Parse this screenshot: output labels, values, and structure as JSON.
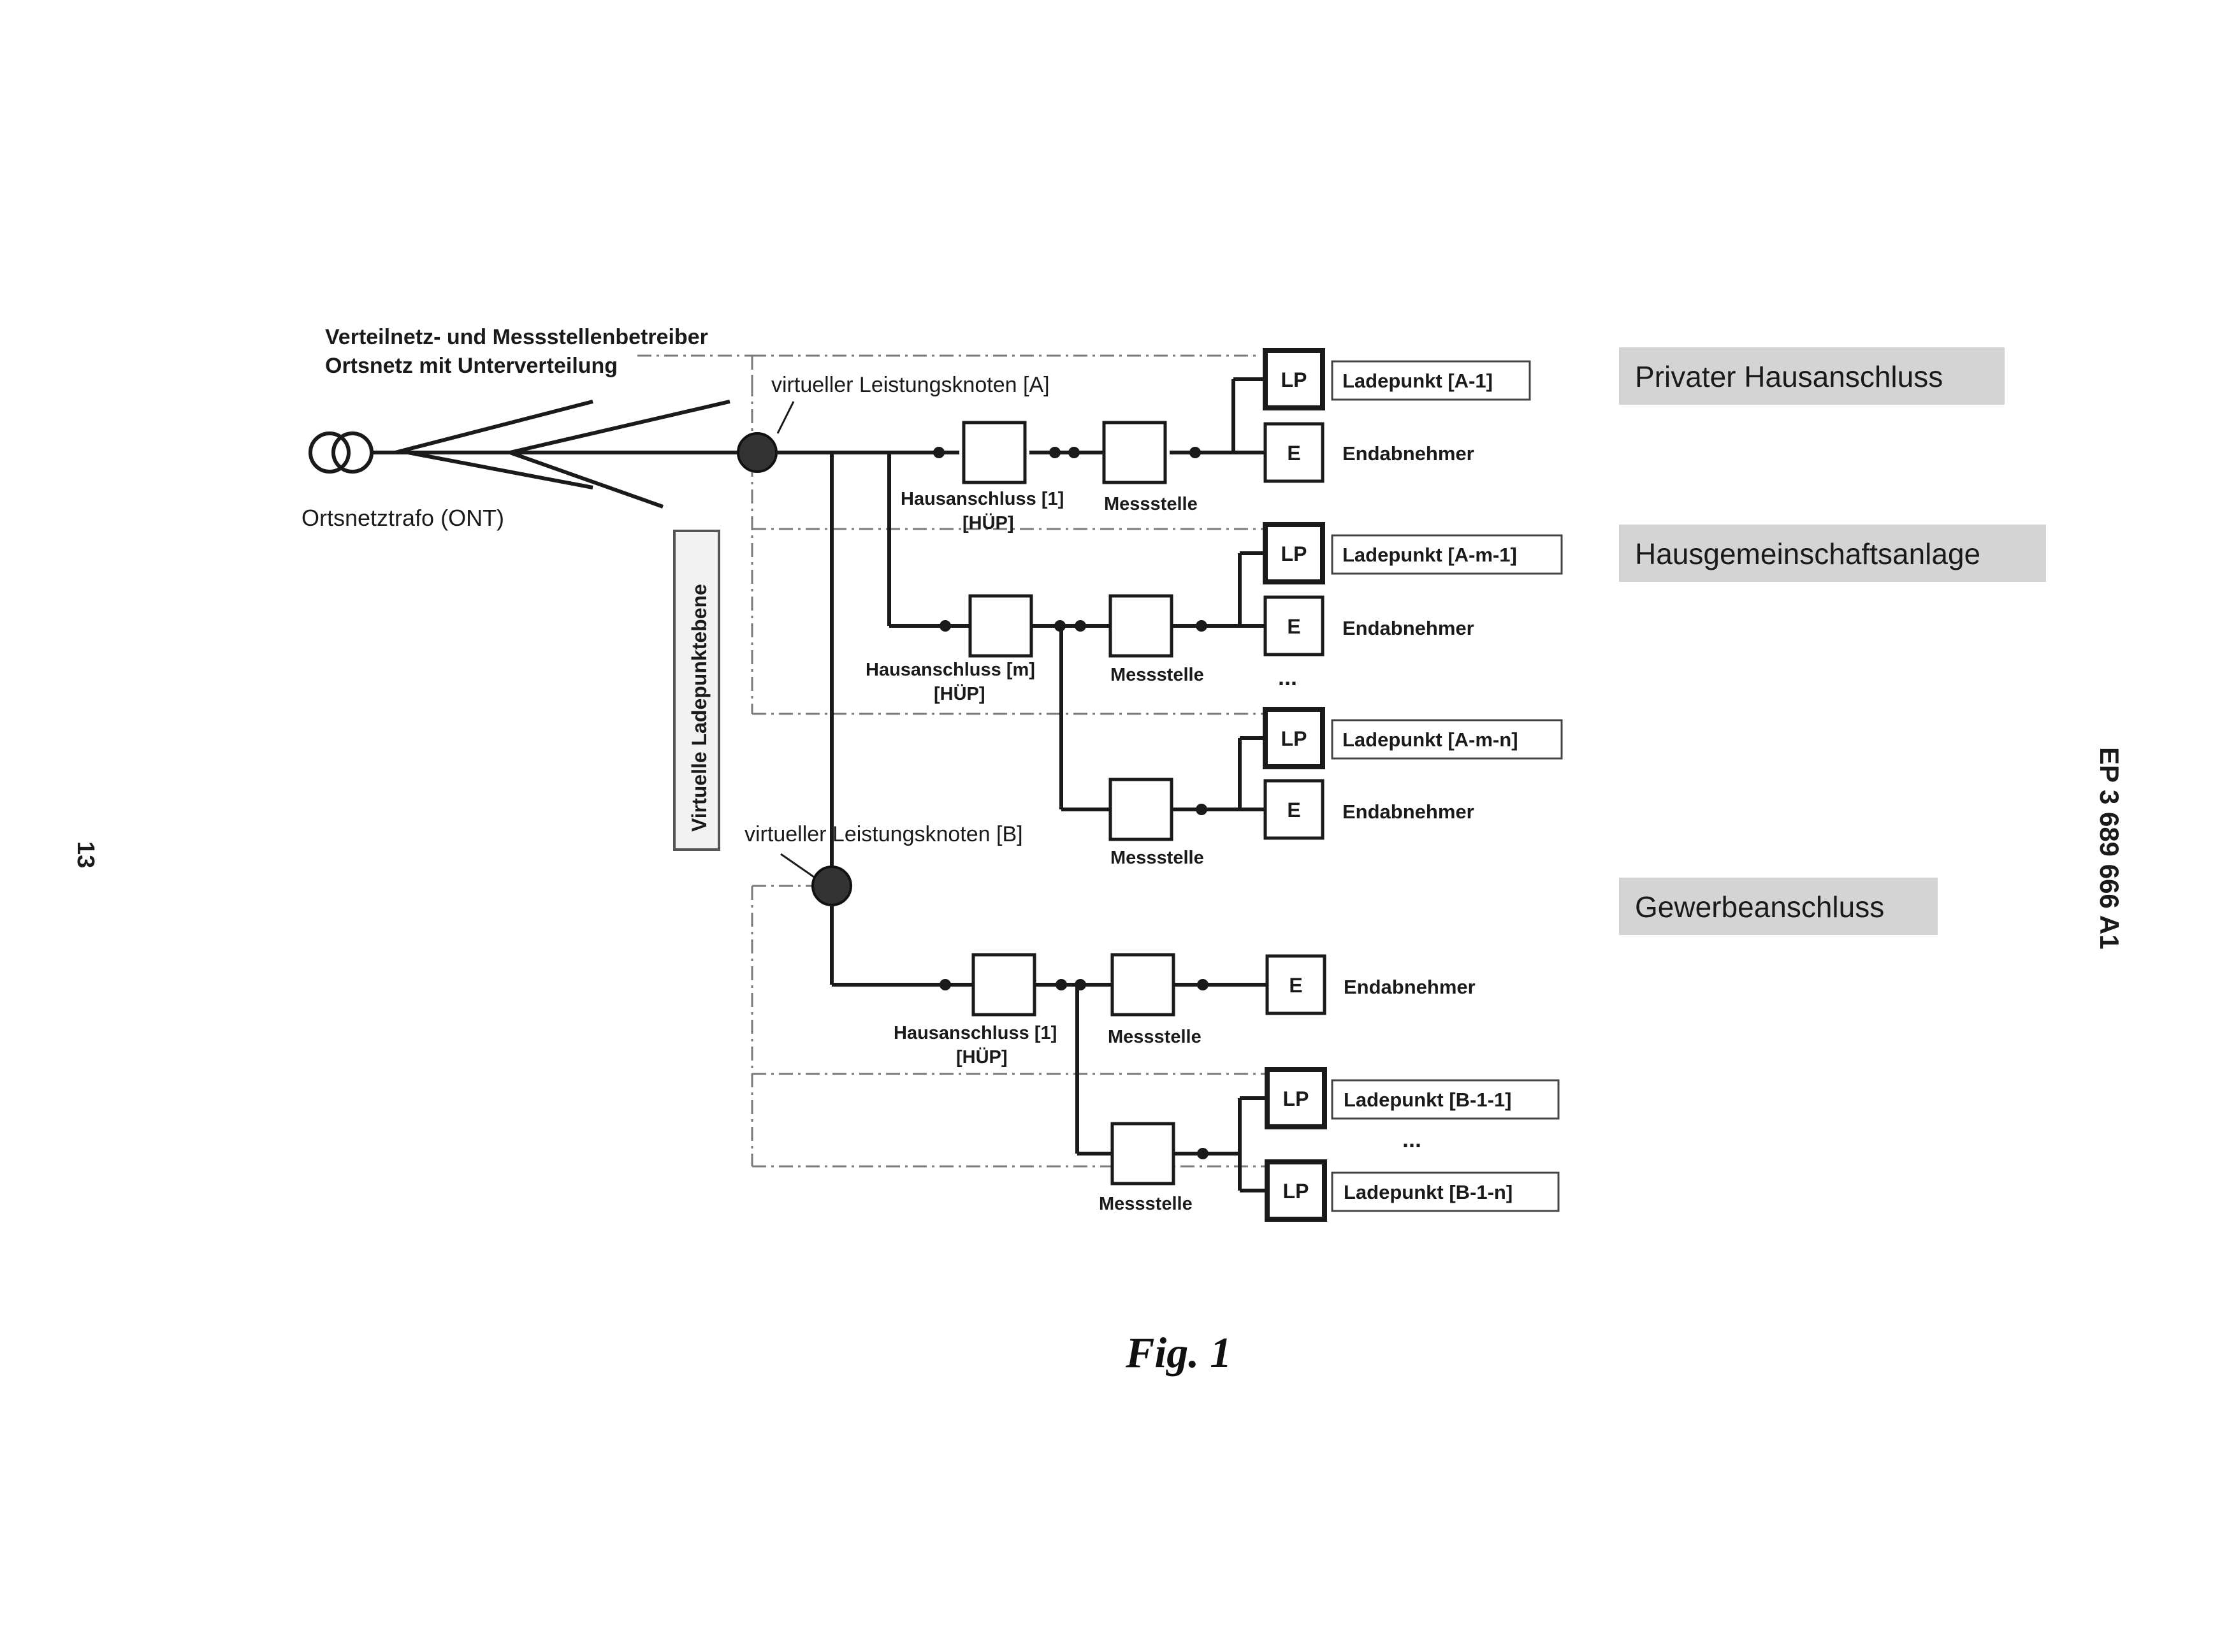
{
  "header": {
    "line1": "Verteilnetz- und Messstellenbetreiber",
    "line2": "Ortsnetz mit Unterverteilung"
  },
  "transformer_label": "Ortsnetztrafo (ONT)",
  "vertical_label": "Virtuelle Ladepunktebene",
  "node_a": "virtueller Leistungsknoten  [A]",
  "node_b": "virtueller Leistungsknoten  [B]",
  "hausanschluss_1": "Hausanschluss [1]",
  "hausanschluss_m": "Hausanschluss [m]",
  "huep": "[HÜP]",
  "messstelle": "Messstelle",
  "lp": "LP",
  "e": "E",
  "endabnehmer": "Endabnehmer",
  "ellipsis": "...",
  "ladepunkte": {
    "a1": "Ladepunkt [A-1]",
    "am1": "Ladepunkt [A-m-1]",
    "amn": "Ladepunkt [A-m-n]",
    "b11": "Ladepunkt [B-1-1]",
    "b1n": "Ladepunkt [B-1-n]"
  },
  "categories": {
    "privat": "Privater Hausanschluss",
    "hausgemeinschaft": "Hausgemeinschaftsanlage",
    "gewerbe": "Gewerbeanschluss"
  },
  "page_number": "13",
  "publication_number": "EP 3 689 666 A1",
  "figure_caption": "Fig. 1"
}
